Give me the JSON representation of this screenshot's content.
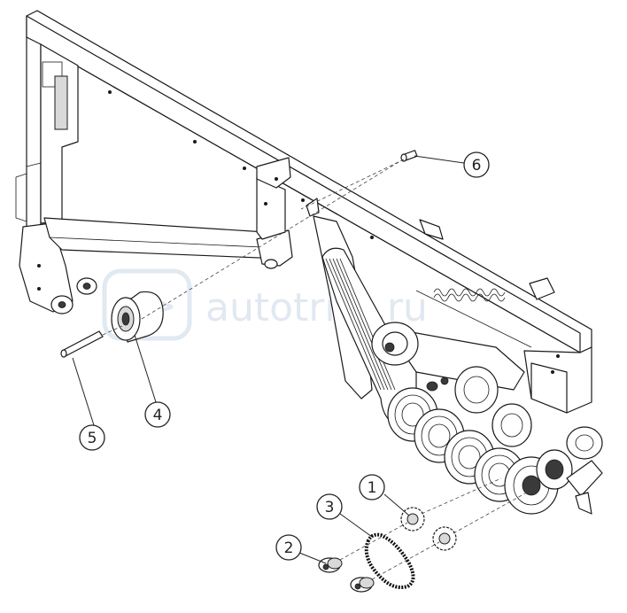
{
  "watermark": {
    "text": "autotrite.ru",
    "color": "#c9d7e6"
  },
  "callouts": [
    {
      "id": "1",
      "label": "1"
    },
    {
      "id": "2",
      "label": "2"
    },
    {
      "id": "3",
      "label": "3"
    },
    {
      "id": "4",
      "label": "4"
    },
    {
      "id": "5",
      "label": "5"
    },
    {
      "id": "6",
      "label": "6"
    }
  ],
  "parts": {
    "frame": "frame-beam-assembly",
    "pulley_stack": "v-belt-pulley-stack",
    "sprocket_1": "sprocket",
    "chain_3": "chain-loop",
    "bushing_2": "flanged-bushing",
    "roller_4": "idler-roller",
    "pin_5": "pin",
    "bolt_6": "bolt"
  }
}
